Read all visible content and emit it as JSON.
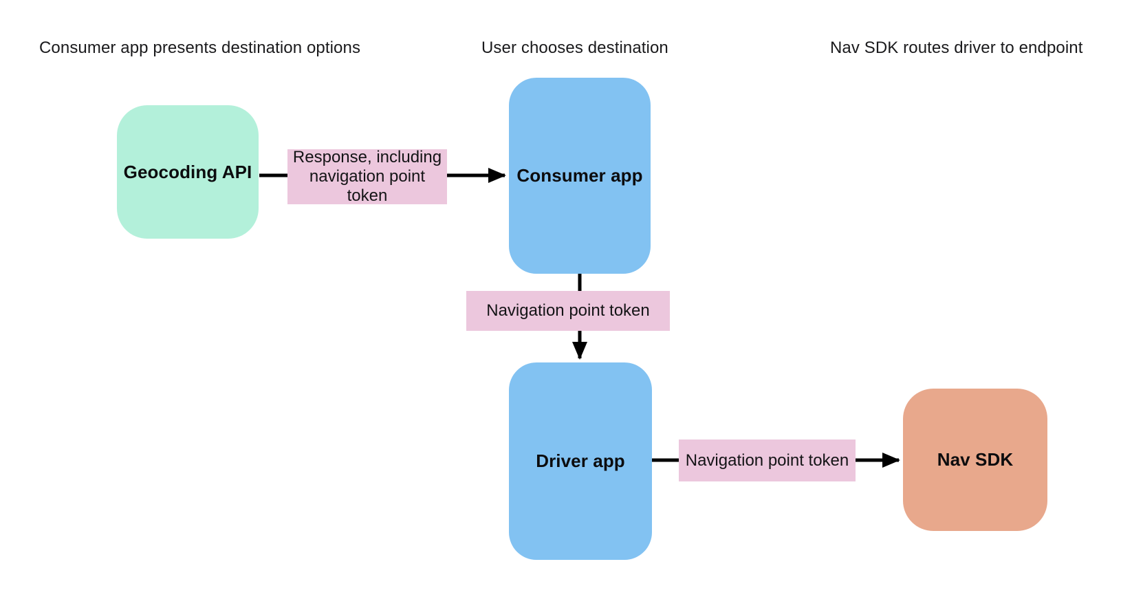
{
  "diagram": {
    "column_headers": [
      {
        "label": "Consumer app presents destination options"
      },
      {
        "label": "User chooses destination"
      },
      {
        "label": "Nav SDK routes driver to endpoint"
      }
    ],
    "nodes": {
      "geocoding_api": {
        "label": "Geocoding API",
        "color": "#b3f0da"
      },
      "consumer_app": {
        "label": "Consumer app",
        "color": "#82c2f2"
      },
      "driver_app": {
        "label": "Driver app",
        "color": "#82c2f2"
      },
      "nav_sdk": {
        "label": "Nav SDK",
        "color": "#e8a88c"
      }
    },
    "edges": {
      "geocoding_to_consumer": {
        "label": "Response, including navigation point token"
      },
      "consumer_to_driver": {
        "label": "Navigation point token"
      },
      "driver_to_navsdk": {
        "label": "Navigation point token"
      }
    },
    "colors": {
      "edge_label_background": "#ecc7dd",
      "arrow": "#000000",
      "background": "#ffffff",
      "heading_text": "#1a1a1c"
    }
  }
}
